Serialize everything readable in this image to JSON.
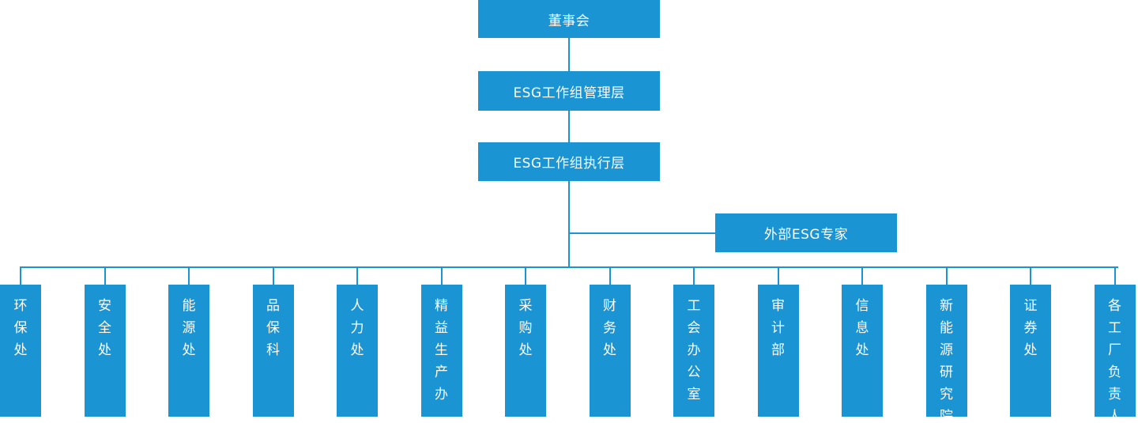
{
  "diagram": {
    "title_chain": [
      {
        "id": "board",
        "label": "董事会"
      },
      {
        "id": "esg-management",
        "label": "ESG工作组管理层"
      },
      {
        "id": "esg-execution",
        "label": "ESG工作组执行层"
      }
    ],
    "external": {
      "id": "external-esg-expert",
      "label": "外部ESG专家"
    },
    "departments": [
      {
        "id": "dept-environment",
        "label": "环保处"
      },
      {
        "id": "dept-safety",
        "label": "安全处"
      },
      {
        "id": "dept-energy",
        "label": "能源处"
      },
      {
        "id": "dept-quality",
        "label": "品保科"
      },
      {
        "id": "dept-hr",
        "label": "人力处"
      },
      {
        "id": "dept-lean-production",
        "label": "精益生产办"
      },
      {
        "id": "dept-procurement",
        "label": "采购处"
      },
      {
        "id": "dept-finance",
        "label": "财务处"
      },
      {
        "id": "dept-union-office",
        "label": "工会办公室"
      },
      {
        "id": "dept-audit",
        "label": "审计部"
      },
      {
        "id": "dept-information",
        "label": "信息处"
      },
      {
        "id": "dept-new-energy-institute",
        "label": "新能源研究院"
      },
      {
        "id": "dept-securities",
        "label": "证券处"
      },
      {
        "id": "dept-factory-leaders",
        "label": "各工厂负责人"
      }
    ],
    "colors": {
      "node_fill": "#1B94D4",
      "node_text": "#FFFFFF",
      "connector": "#1B94D4",
      "background": "#FFFFFF"
    }
  }
}
